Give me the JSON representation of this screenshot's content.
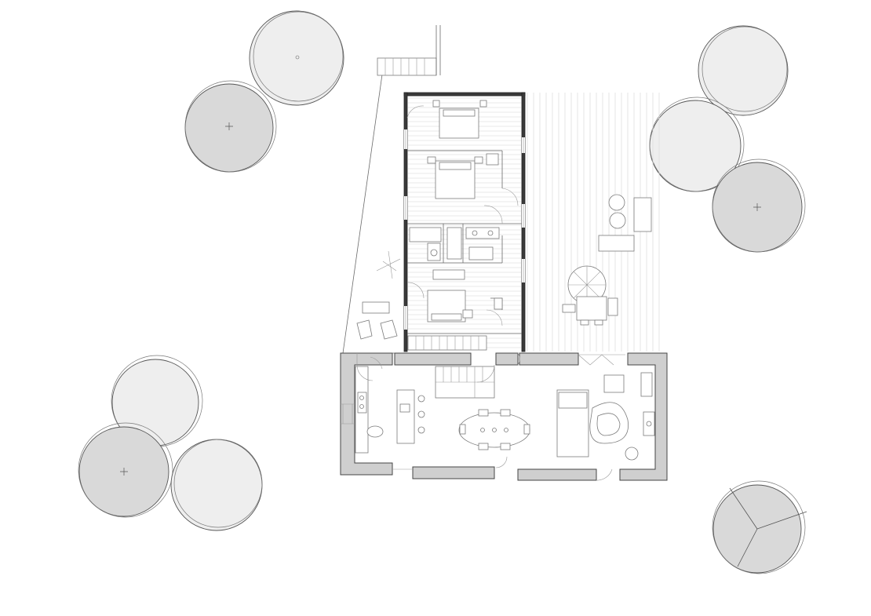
{
  "drawing": {
    "kind": "floor-plan",
    "rooms": [
      "bedroom-1",
      "bedroom-2",
      "bedroom-3",
      "bathroom",
      "corridor",
      "staircase",
      "kitchen",
      "dining-area",
      "living-area"
    ],
    "outdoor": [
      "terrace-deck",
      "garden-path",
      "exterior-stair",
      "patio-chairs",
      "umbrella-table"
    ],
    "trees": 9
  },
  "colors": {
    "wall": "#3a3a3a",
    "floor_hatch": "#d6d6d6",
    "tree_light": "#eeeeee",
    "tree_dark": "#d9d9d9"
  }
}
